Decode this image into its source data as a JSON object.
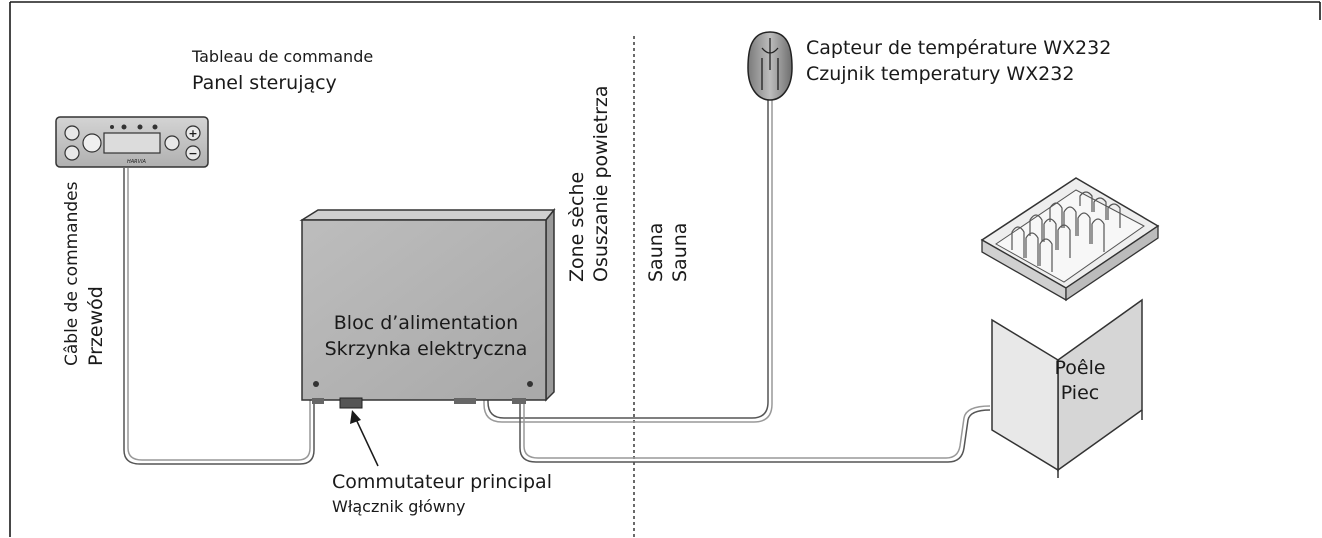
{
  "labels": {
    "control_panel_fr": "Tableau de commande",
    "control_panel_pl": "Panel sterujący",
    "sensor_fr": "Capteur de température WX232",
    "sensor_pl": "Czujnik temperatury WX232",
    "power_unit_fr": "Bloc d’alimentation",
    "power_unit_pl": "Skrzynka elektryczna",
    "main_switch_fr": "Commutateur principal",
    "main_switch_pl": "Włącznik główny",
    "cable_fr": "Câble de commandes",
    "cable_pl": "Przewód",
    "dry_zone_fr": "Zone sèche",
    "dry_zone_pl": "Osuszanie powietrza",
    "sauna_fr": "Sauna",
    "sauna_pl": "Sauna",
    "heater_fr": "Poêle",
    "heater_pl": "Piec"
  },
  "panel_brand": "HARVIA"
}
